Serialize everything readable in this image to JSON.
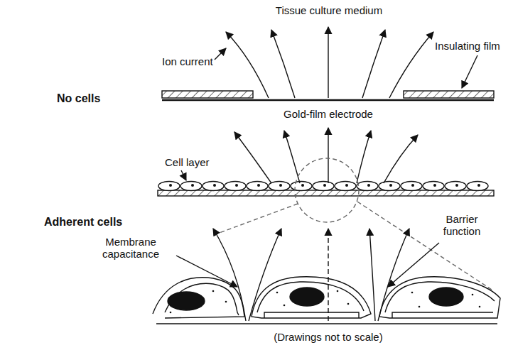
{
  "diagram": {
    "labels": [
      "Tissue culture medium",
      "Ion current",
      "Insulating film",
      "No cells",
      "Gold-film electrode",
      "Cell layer",
      "Adherent cells",
      "Membrane capacitance",
      "Barrier function",
      "(Drawings not to scale)"
    ]
  }
}
